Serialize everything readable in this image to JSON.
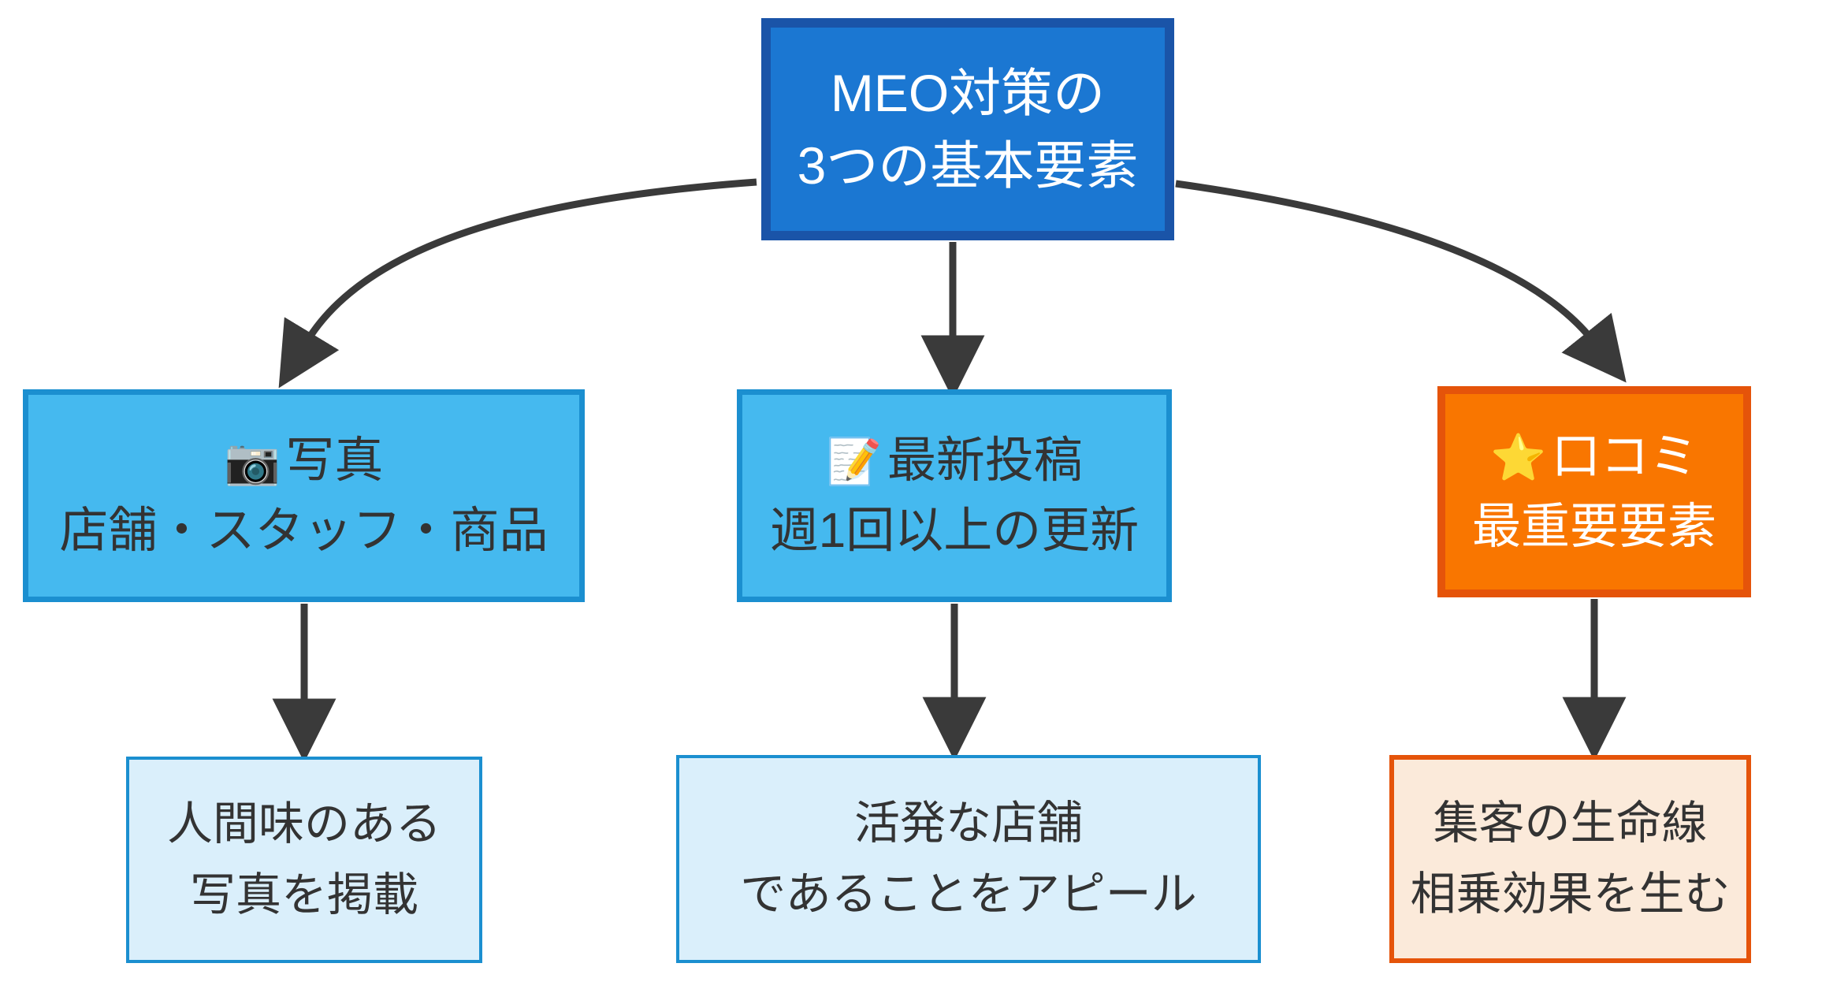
{
  "diagram": {
    "type": "flowchart",
    "background": "#ffffff",
    "edge_color": "#333333",
    "root": {
      "id": "root",
      "lines": [
        "MEO対策の",
        "3つの基本要素"
      ],
      "fill": "#1b77d2",
      "border": "#1a54a8",
      "text_color": "#ffffff"
    },
    "branches": [
      {
        "id": "photo",
        "icon": "camera-icon",
        "icon_glyph": "📷",
        "title": "写真",
        "subtitle": "店舗・スタッフ・商品",
        "fill": "#45b9ef",
        "border": "#1b8fd0",
        "text_color": "#333333",
        "detail": {
          "id": "photo-detail",
          "lines": [
            "人間味のある",
            "写真を掲載"
          ],
          "fill": "#daeffb",
          "border": "#1b8fd0",
          "text_color": "#333333"
        }
      },
      {
        "id": "post",
        "icon": "memo-icon",
        "icon_glyph": "📝",
        "title": "最新投稿",
        "subtitle": "週1回以上の更新",
        "fill": "#45b9ef",
        "border": "#1b8fd0",
        "text_color": "#333333",
        "detail": {
          "id": "post-detail",
          "lines": [
            "活発な店舗",
            "であることをアピール"
          ],
          "fill": "#daeffb",
          "border": "#1b8fd0",
          "text_color": "#333333"
        }
      },
      {
        "id": "review",
        "icon": "star-icon",
        "icon_glyph": "⭐",
        "title": "口コミ",
        "subtitle": "最重要要素",
        "fill": "#f97600",
        "border": "#e5540a",
        "text_color": "#ffffff",
        "detail": {
          "id": "review-detail",
          "lines": [
            "集客の生命線",
            "相乗効果を生む"
          ],
          "fill": "#fbeada",
          "border": "#e5540a",
          "text_color": "#333333"
        }
      }
    ]
  }
}
